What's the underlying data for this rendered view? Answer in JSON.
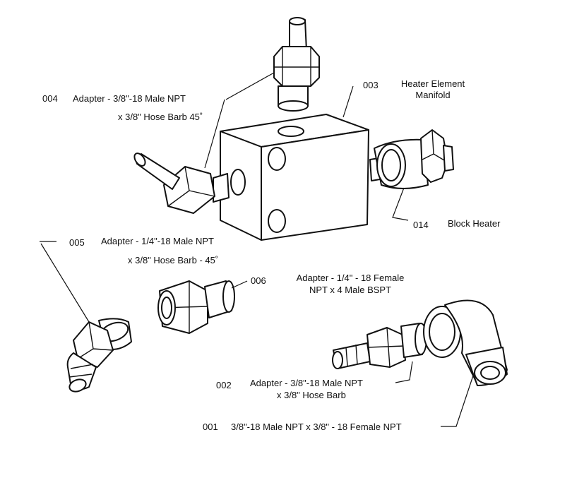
{
  "parts": {
    "p004": {
      "num": "004",
      "line1": "Adapter - 3/8\"-18 Male NPT",
      "line2": "x 3/8\" Hose Barb 45˚"
    },
    "p003": {
      "num": "003",
      "line1": "Heater Element",
      "line2": "Manifold"
    },
    "p014": {
      "num": "014",
      "line1": "Block Heater"
    },
    "p005": {
      "num": "005",
      "line1": "Adapter - 1/4\"-18 Male NPT",
      "line2": "x 3/8\" Hose Barb - 45˚"
    },
    "p006": {
      "num": "006",
      "line1": "Adapter - 1/4\" - 18 Female",
      "line2": "NPT x 4 Male BSPT"
    },
    "p002": {
      "num": "002",
      "line1": "Adapter - 3/8\"-18 Male NPT",
      "line2": "x 3/8\" Hose Barb"
    },
    "p001": {
      "num": "001",
      "line1": "3/8\"-18 Male NPT x 3/8\" - 18 Female NPT"
    }
  },
  "colors": {
    "ink": "#111111",
    "paper": "#ffffff"
  }
}
